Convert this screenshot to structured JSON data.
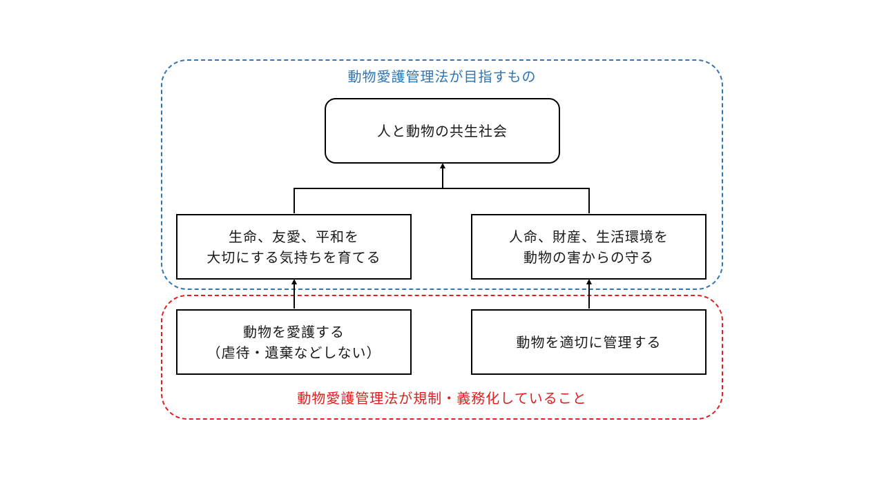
{
  "colors": {
    "goal_accent": "#2e75b6",
    "regulation_accent": "#e02020",
    "node_border": "#000000",
    "node_text": "#1a1a1a"
  },
  "regions": {
    "goal": {
      "title": "動物愛護管理法が目指すもの"
    },
    "regulation": {
      "title": "動物愛護管理法が規制・義務化していること"
    }
  },
  "nodes": {
    "top": {
      "lines": [
        "人と動物の共生社会"
      ]
    },
    "mid_left": {
      "lines": [
        "生命、友愛、平和を",
        "大切にする気持ちを育てる"
      ]
    },
    "mid_right": {
      "lines": [
        "人命、財産、生活環境を",
        "動物の害からの守る"
      ]
    },
    "bot_left": {
      "lines": [
        "動物を愛護する",
        "（虐待・遺棄などしない）"
      ]
    },
    "bot_right": {
      "lines": [
        "動物を適切に管理する"
      ]
    }
  }
}
